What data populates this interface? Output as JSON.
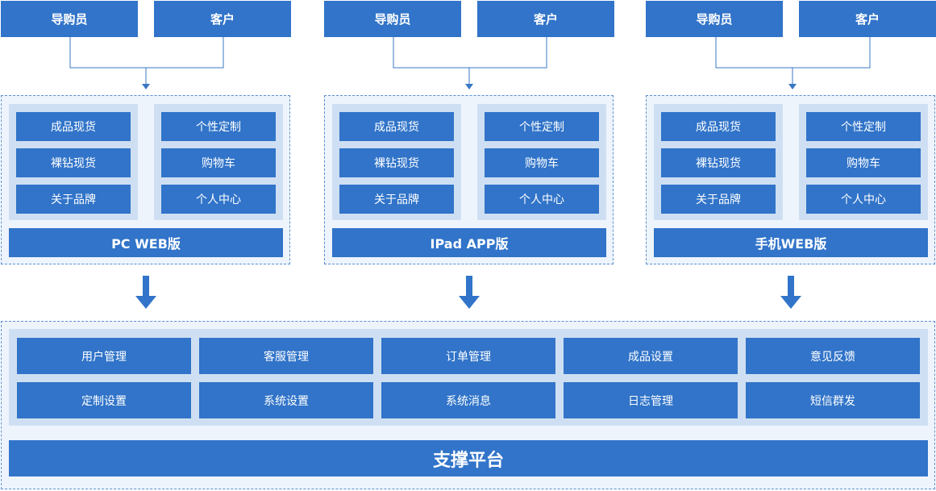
{
  "colors": {
    "primary": "#3174c9",
    "light_fill": "#cfdff3",
    "panel_fill": "#eef4fc",
    "connector": "#3a77c4"
  },
  "clients": [
    {
      "roles": [
        "导购员",
        "客户"
      ],
      "left_features": [
        "成品现货",
        "裸钻现货",
        "关于品牌"
      ],
      "right_features": [
        "个性定制",
        "购物车",
        "个人中心"
      ],
      "platform": "PC WEB版"
    },
    {
      "roles": [
        "导购员",
        "客户"
      ],
      "left_features": [
        "成品现货",
        "裸钻现货",
        "关于品牌"
      ],
      "right_features": [
        "个性定制",
        "购物车",
        "个人中心"
      ],
      "platform": "IPad APP版"
    },
    {
      "roles": [
        "导购员",
        "客户"
      ],
      "left_features": [
        "成品现货",
        "裸钻现货",
        "关于品牌"
      ],
      "right_features": [
        "个性定制",
        "购物车",
        "个人中心"
      ],
      "platform": "手机WEB版"
    }
  ],
  "support": {
    "modules": [
      [
        "用户管理",
        "客服管理",
        "订单管理",
        "成品设置",
        "意见反馈"
      ],
      [
        "定制设置",
        "系统设置",
        "系统消息",
        "日志管理",
        "短信群发"
      ]
    ],
    "title": "支撑平台"
  }
}
